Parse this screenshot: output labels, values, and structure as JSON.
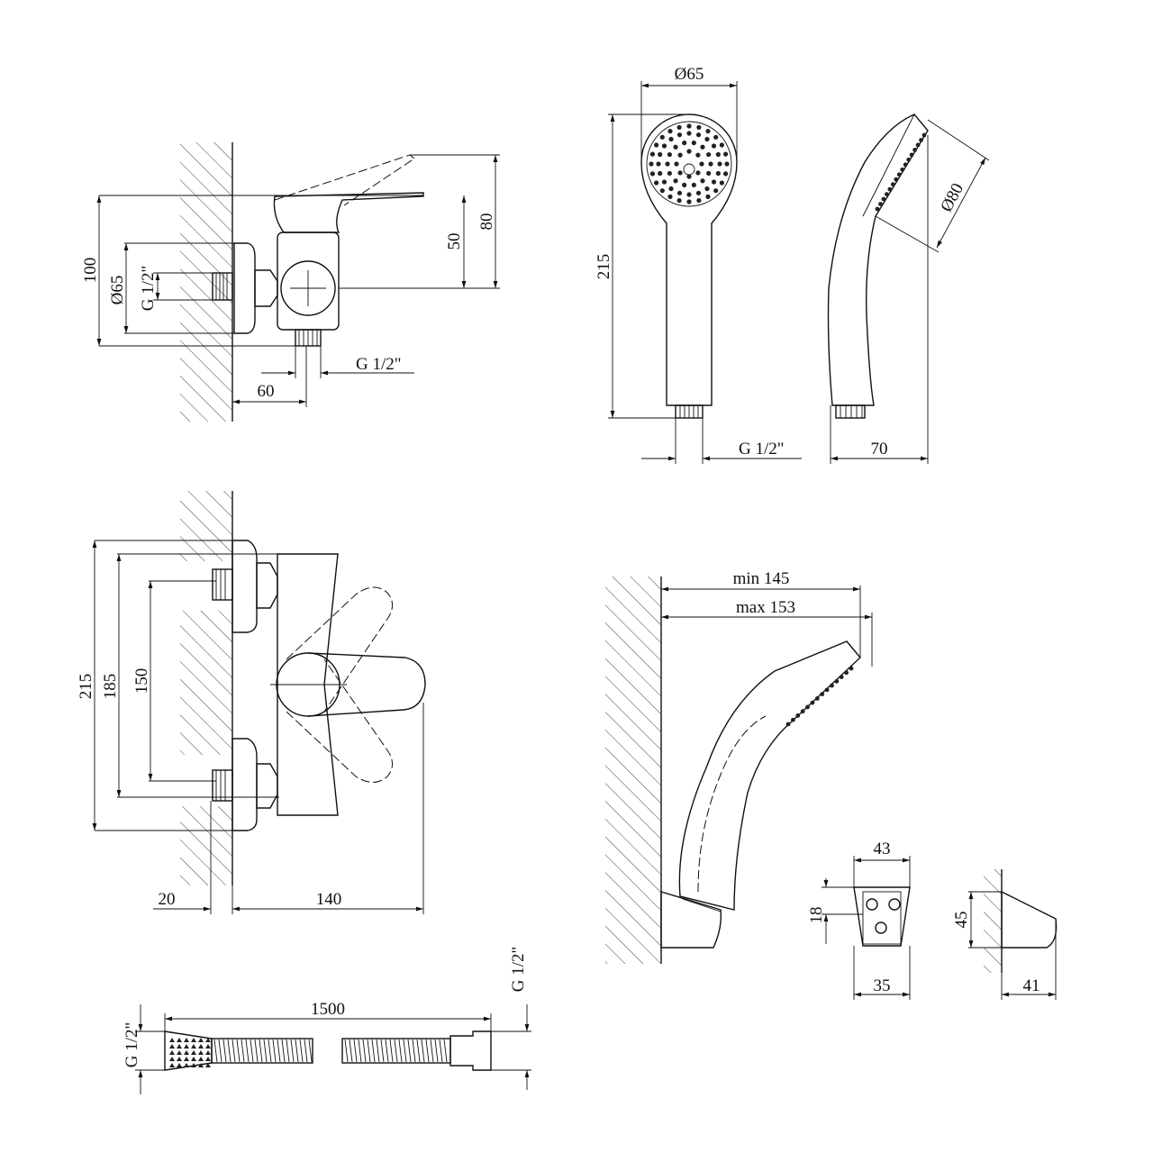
{
  "views": {
    "mixer_side": {
      "dims": {
        "height_total": "100",
        "flange_dia": "Ø65",
        "inlet_thread": "G 1/2\"",
        "outlet_thread": "G 1/2\"",
        "wall_offset": "60",
        "lever_height": "50",
        "lever_raised": "80"
      }
    },
    "shower_front": {
      "dims": {
        "head_dia": "Ø65",
        "length": "215",
        "thread": "G 1/2\""
      }
    },
    "shower_side": {
      "dims": {
        "face_dia": "Ø80",
        "depth": "70"
      }
    },
    "mixer_front": {
      "dims": {
        "h1": "215",
        "h2": "185",
        "h3": "150",
        "offset": "20",
        "projection": "140"
      }
    },
    "holder_install": {
      "dims": {
        "min_reach": "min 145",
        "max_reach": "max 153"
      }
    },
    "holder_front": {
      "dims": {
        "width_top": "43",
        "height": "18",
        "width_bottom": "35"
      }
    },
    "holder_side": {
      "dims": {
        "height": "45",
        "depth": "41"
      }
    },
    "hose": {
      "dims": {
        "length": "1500",
        "thread_left": "G 1/2\"",
        "thread_right": "G 1/2\""
      }
    }
  }
}
